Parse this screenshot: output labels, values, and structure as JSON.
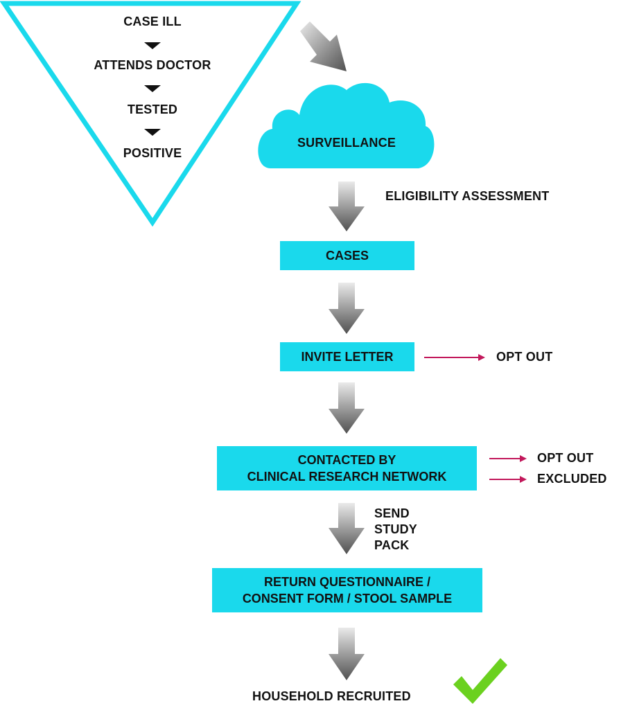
{
  "funnel": {
    "steps": [
      "CASE ILL",
      "ATTENDS DOCTOR",
      "TESTED",
      "POSITIVE"
    ]
  },
  "cloud": {
    "label": "SURVEILLANCE"
  },
  "eligibility": {
    "label": "ELIGIBILITY ASSESSMENT"
  },
  "boxes": {
    "cases": "CASES",
    "invite": "INVITE LETTER",
    "contacted_line1": "CONTACTED BY",
    "contacted_line2": "CLINICAL RESEARCH NETWORK",
    "return_line1": "RETURN QUESTIONNAIRE /",
    "return_line2": "CONSENT FORM / STOOL SAMPLE"
  },
  "side_outcomes": {
    "invite_opt_out": "OPT OUT",
    "contacted_opt_out": "OPT OUT",
    "contacted_excluded": "EXCLUDED"
  },
  "send_pack": {
    "line1": "SEND",
    "line2": "STUDY",
    "line3": "PACK"
  },
  "final": {
    "label": "HOUSEHOLD RECRUITED"
  },
  "colors": {
    "cyan": "#1ad9ec",
    "side_arrow": "#c2185b",
    "check": "#6bd11f",
    "grey_arrow_dark": "#555555",
    "grey_arrow_light": "#e6e6e6"
  }
}
